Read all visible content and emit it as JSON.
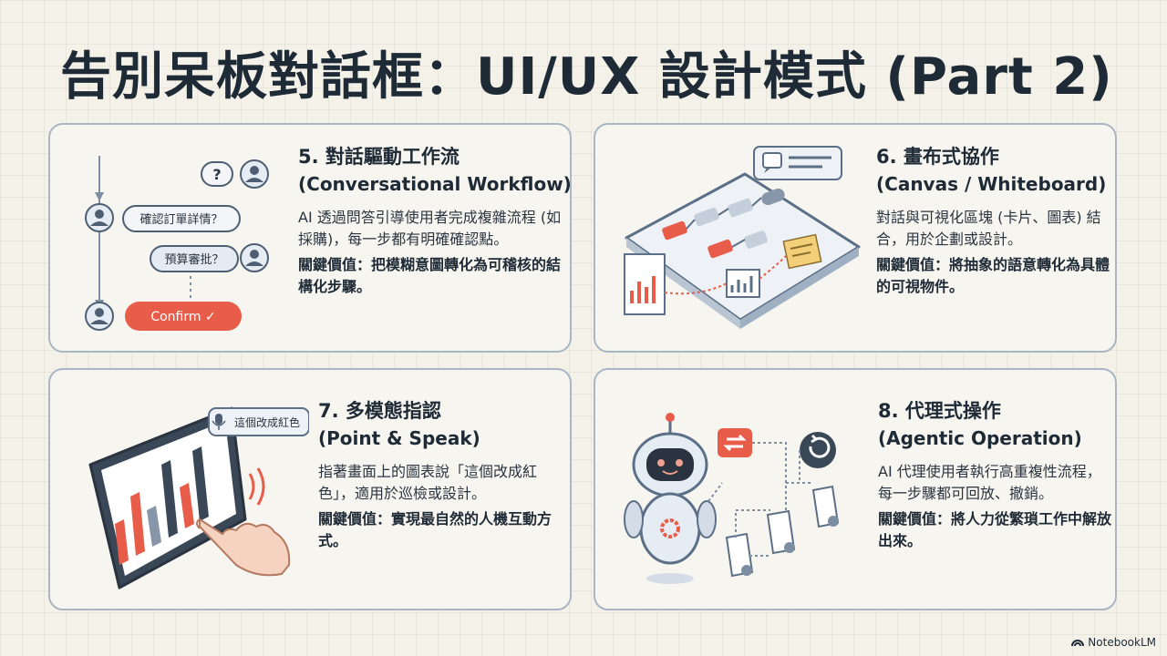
{
  "title": "告別呆板對話框：UI/UX 設計模式 (Part 2)",
  "cards": [
    {
      "heading": "5. 對話驅動工作流",
      "subheading": "(Conversational Workflow)",
      "description": "AI 透過問答引導使用者完成複雜流程 (如採購)，每一步都有明確確認點。",
      "key_value": "關鍵價值：把模糊意圖轉化為可稽核的結構化步驟。",
      "illustration": {
        "bubble_question": "?",
        "bubble_1": "確認訂單詳情？",
        "bubble_2": "預算審批？",
        "confirm_button": "Confirm ✓"
      }
    },
    {
      "heading": "6. 畫布式協作",
      "subheading": "(Canvas / Whiteboard)",
      "description": "對話與可視化區塊 (卡片、圖表) 結合，用於企劃或設計。",
      "key_value": "關鍵價值：將抽象的語意轉化為具體的可視物件。"
    },
    {
      "heading": "7. 多模態指認",
      "subheading": "(Point & Speak)",
      "description": "指著畫面上的圖表說「這個改成紅色」，適用於巡檢或設計。",
      "key_value": "關鍵價值：實現最自然的人機互動方式。",
      "illustration": {
        "voice_bubble": "這個改成紅色"
      }
    },
    {
      "heading": "8. 代理式操作",
      "subheading": "(Agentic Operation)",
      "description": "AI 代理使用者執行高重複性流程，每一步驟都可回放、撤銷。",
      "key_value": "關鍵價值：將人力從繁瑣工作中解放出來。"
    }
  ],
  "watermark": "NotebookLM",
  "colors": {
    "accent_red": "#e85c4a",
    "slate": "#5b6f86",
    "card_border": "#a9b6c4",
    "background": "#f4f1e8"
  }
}
